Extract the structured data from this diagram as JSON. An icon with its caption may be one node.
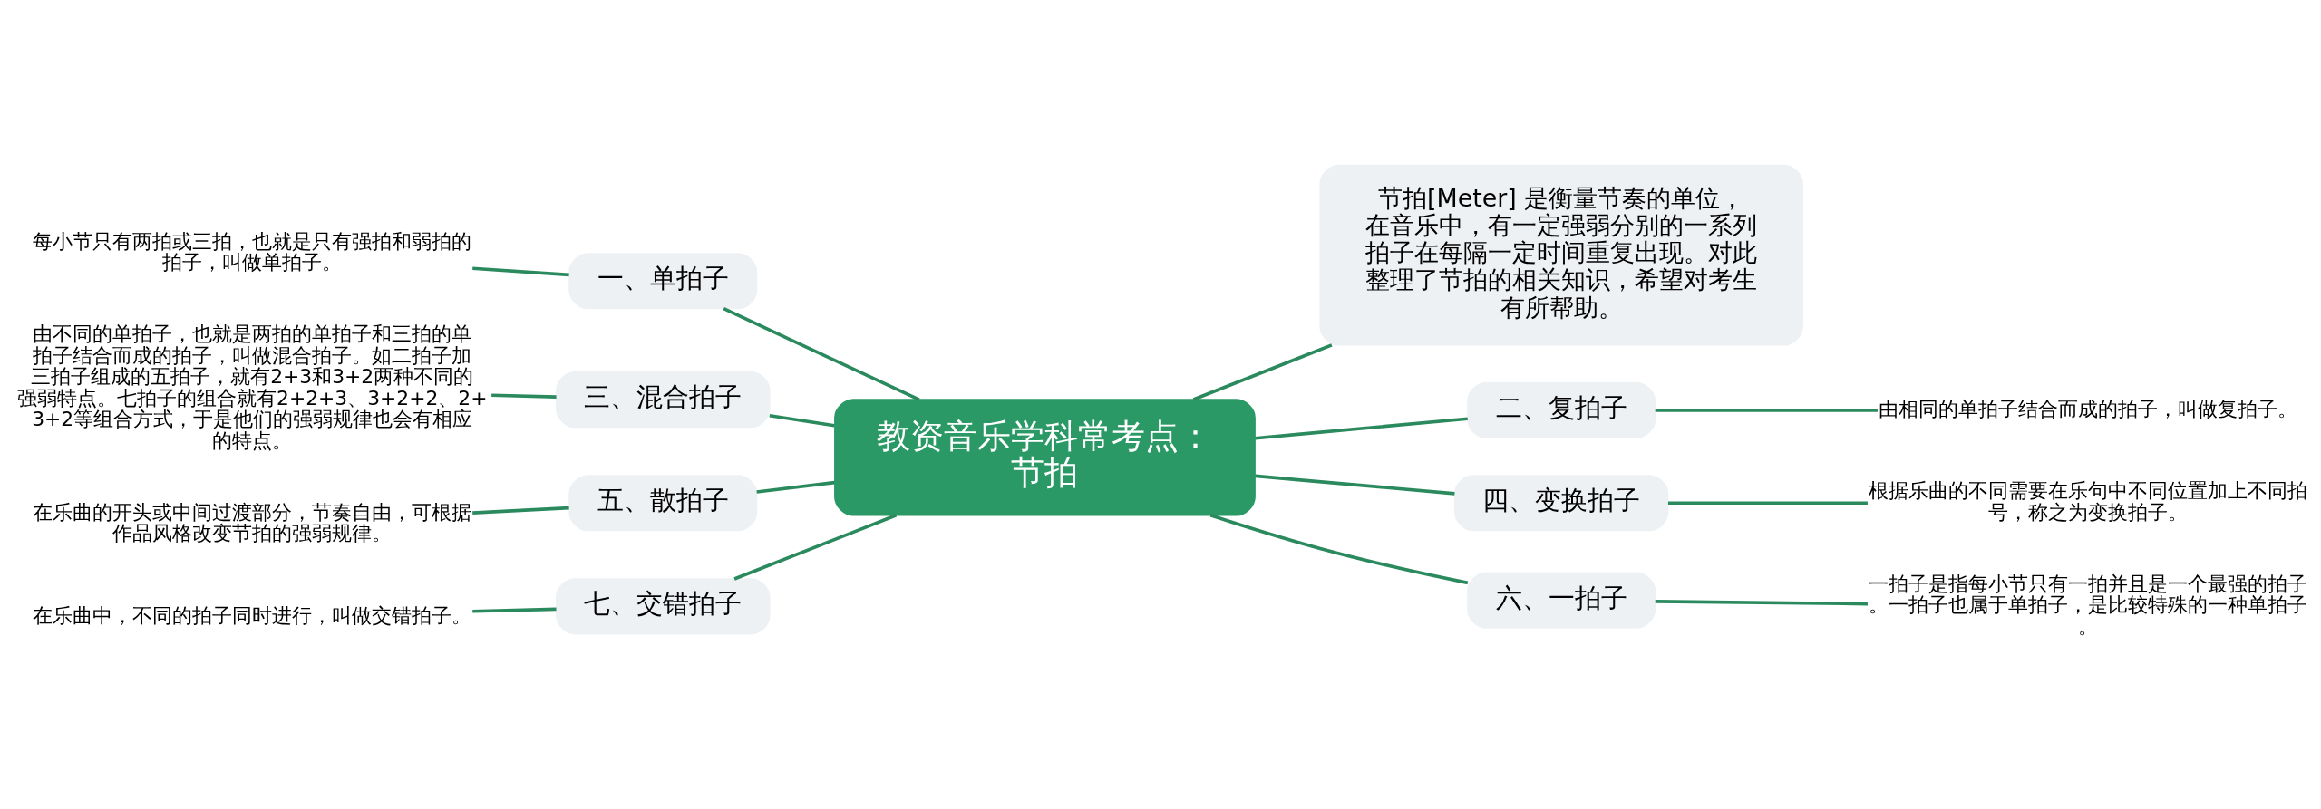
{
  "diagram": {
    "nodes": [
      {
        "text": [
          "教资音乐学科常考点：节拍"
        ]
      },
      {
        "text": [
          "节拍[Meter] 是衡量节奏的单位，在音乐中，有一定强弱分别的一系列拍子在每隔一定时间重复出现。对此整理了节拍的相关知识，希望对考生有所帮助。"
        ]
      },
      {
        "text": [
          "一、单拍子"
        ]
      },
      {
        "text": [
          "每小节只有两拍或三拍，也就是只有强拍和弱拍的拍子，叫做单拍子。"
        ]
      },
      {
        "text": [
          "三、混合拍子"
        ]
      },
      {
        "text": [
          "由不同的单拍子，也就是两拍的单拍子和三拍的单拍子结合而成的拍子，叫做混合拍子。如二拍子加三拍子组成的五拍子，就有2+3和3+2两种不同的强弱特点。七拍子的组合就有2+2+3、3+2+2、2+3+2等组合方式，于是他们的强弱规律也会有相应的特点。"
        ]
      },
      {
        "text": [
          "五、散拍子"
        ]
      },
      {
        "text": [
          "在乐曲的开头或中间过渡部分，节奏自由，可根据作品风格改变节拍的强弱规律。"
        ]
      },
      {
        "text": [
          "七、交错拍子"
        ]
      },
      {
        "text": [
          "在乐曲中，不同的拍子同时进行，叫做交错拍子。"
        ]
      },
      {
        "text": [
          "二、复拍子"
        ]
      },
      {
        "text": [
          "由相同的单拍子结合而成的拍子，叫做复拍子。"
        ]
      },
      {
        "text": [
          "四、变换拍子"
        ]
      },
      {
        "text": [
          "根据乐曲的不同需要在乐句中不同位置加上不同拍号，称之为变换拍子。"
        ]
      },
      {
        "text": [
          "六、一拍子"
        ]
      },
      {
        "text": [
          "一拍子是指每小节只有一拍并且是一个最强的拍子。一拍子也属于单拍子，是比较特殊的一种单拍子。"
        ]
      }
    ],
    "edges": [
      {
        "from": 0,
        "to": 1,
        "arrow": "none"
      },
      {
        "from": 0,
        "to": 2,
        "arrow": "none"
      },
      {
        "from": 0,
        "to": 4,
        "arrow": "none"
      },
      {
        "from": 0,
        "to": 6,
        "arrow": "none"
      },
      {
        "from": 0,
        "to": 8,
        "arrow": "none"
      },
      {
        "from": 0,
        "to": 10,
        "arrow": "none"
      },
      {
        "from": 0,
        "to": 12,
        "arrow": "none"
      },
      {
        "from": 0,
        "to": 14,
        "arrow": "none"
      },
      {
        "from": 2,
        "to": 3,
        "arrow": "none"
      },
      {
        "from": 4,
        "to": 5,
        "arrow": "none"
      },
      {
        "from": 6,
        "to": 7,
        "arrow": "none"
      },
      {
        "from": 8,
        "to": 9,
        "arrow": "none"
      },
      {
        "from": 10,
        "to": 11,
        "arrow": "none"
      },
      {
        "from": 12,
        "to": 13,
        "arrow": "none"
      },
      {
        "from": 14,
        "to": 15,
        "arrow": "none"
      }
    ]
  }
}
